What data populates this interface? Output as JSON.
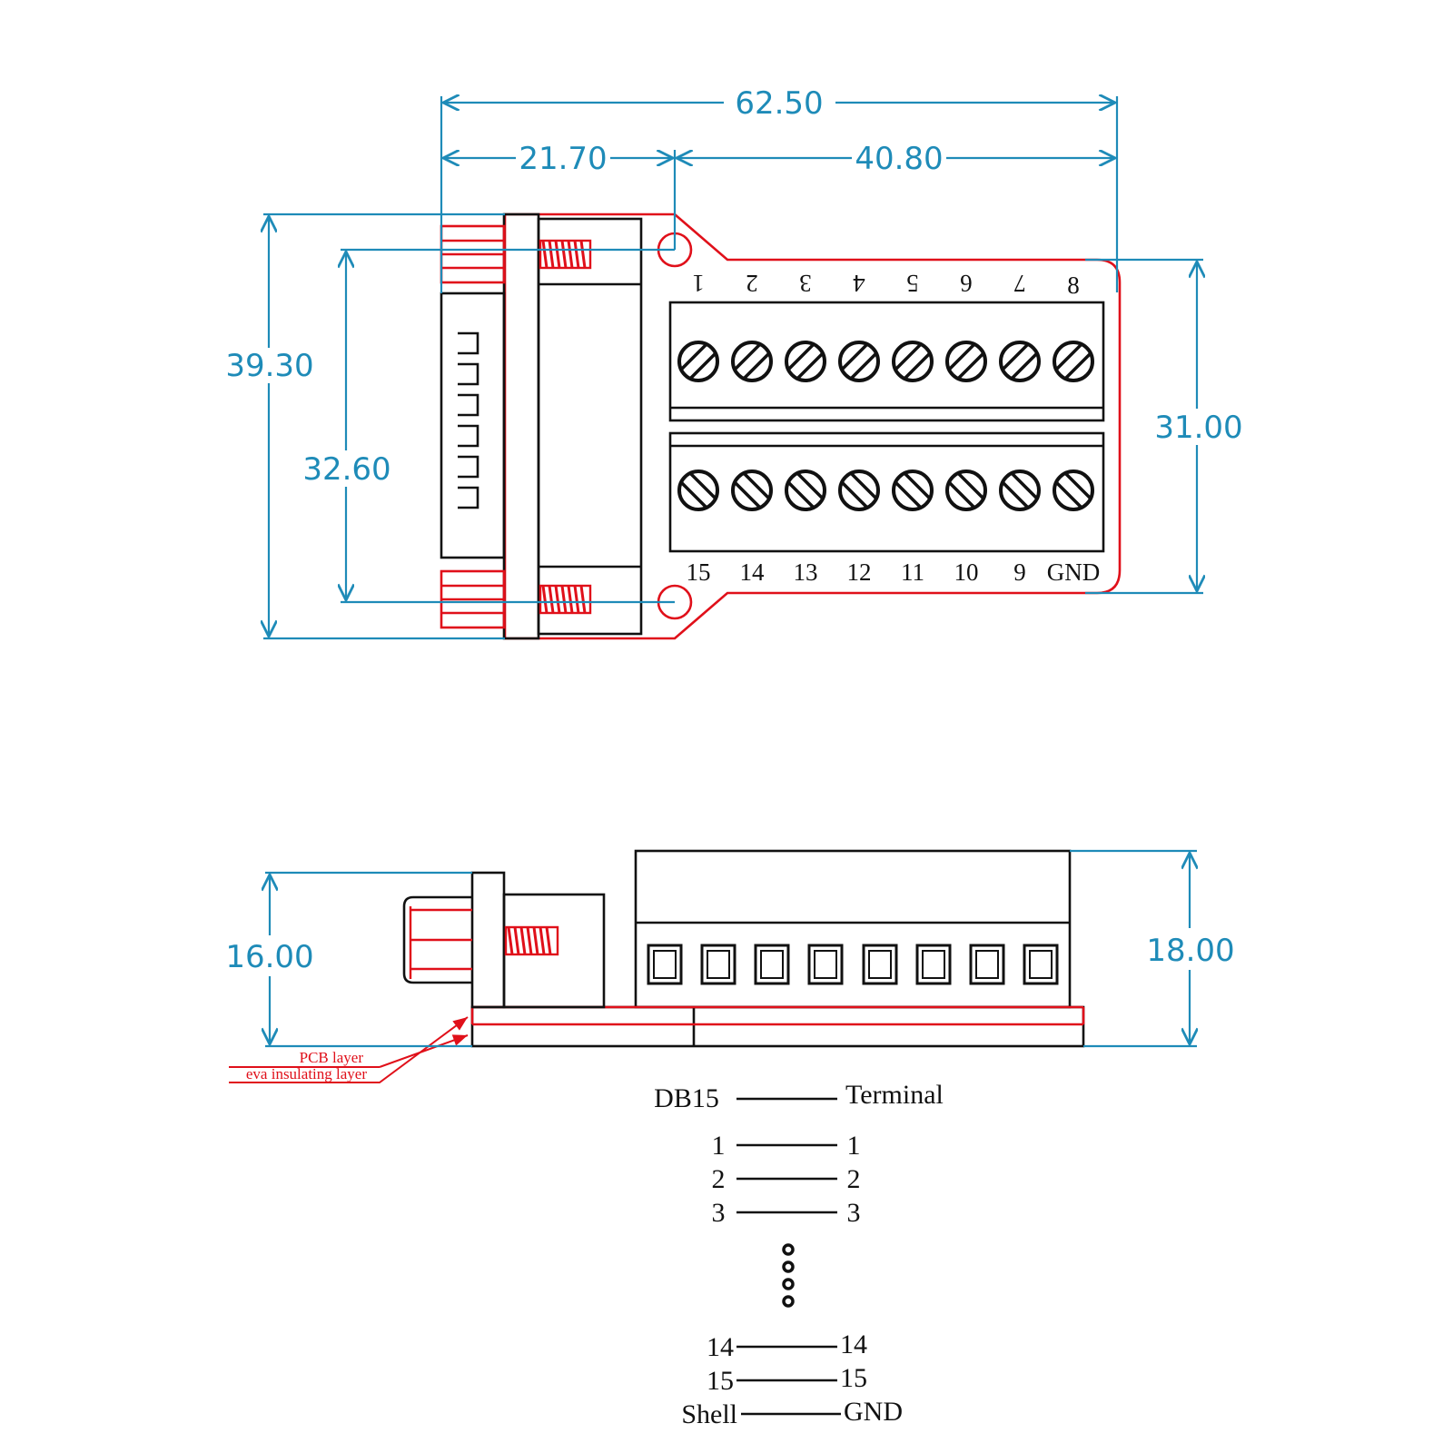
{
  "dimensions": {
    "total_width": "62.50",
    "connector_width": "21.70",
    "terminal_width": "40.80",
    "total_height": "39.30",
    "hole_spacing": "32.60",
    "board_height": "31.00",
    "connector_height": "16.00",
    "terminal_height": "18.00"
  },
  "terminal_labels": {
    "top": [
      "1",
      "2",
      "3",
      "4",
      "5",
      "6",
      "7",
      "8"
    ],
    "bottom": [
      "15",
      "14",
      "13",
      "12",
      "11",
      "10",
      "9",
      "GND"
    ]
  },
  "layer_notes": {
    "pcb": "PCB layer",
    "eva": "eva insulating layer"
  },
  "pinout": {
    "header_left": "DB15",
    "header_right": "Terminal",
    "rows_top": [
      {
        "db15": "1",
        "terminal": "1"
      },
      {
        "db15": "2",
        "terminal": "2"
      },
      {
        "db15": "3",
        "terminal": "3"
      }
    ],
    "rows_bottom": [
      {
        "db15": "14",
        "terminal": "14"
      },
      {
        "db15": "15",
        "terminal": "15"
      },
      {
        "db15": "Shell",
        "terminal": "GND"
      }
    ]
  }
}
